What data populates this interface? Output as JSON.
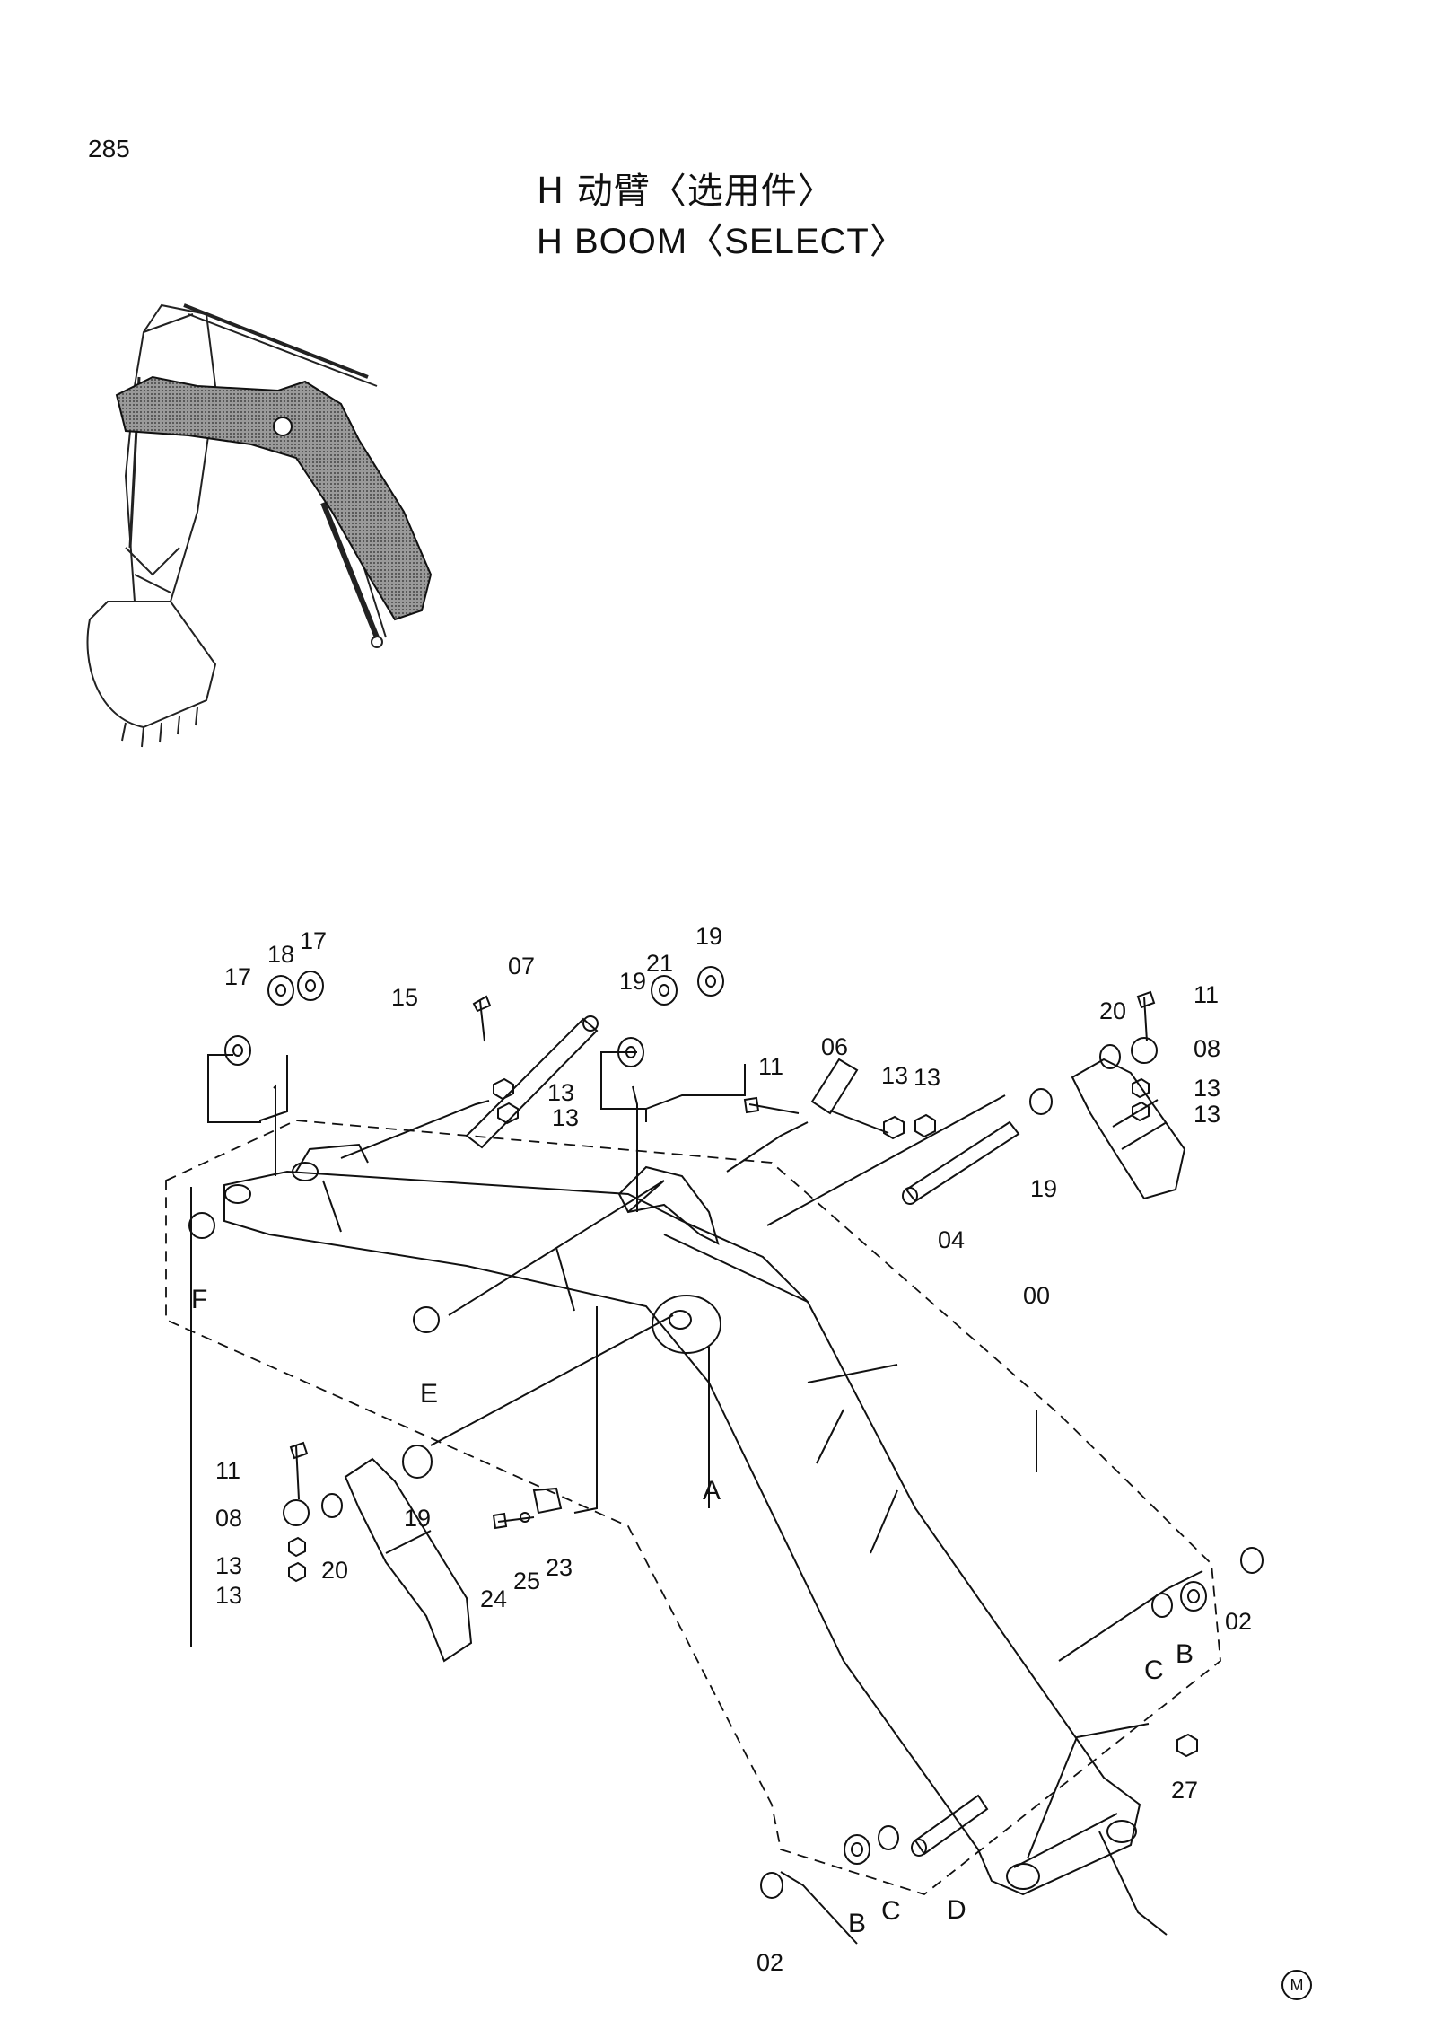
{
  "page_number": "285",
  "title": {
    "cn": "H 动臂〈选用件〉",
    "en": "H BOOM〈SELECT〉"
  },
  "corner_mark": "M",
  "callouts": {
    "l17a": "17",
    "l18": "18",
    "l17b": "17",
    "l15": "15",
    "l07": "07",
    "l13a": "13",
    "l13b": "13",
    "l19a": "19",
    "l21": "21",
    "l19b": "19",
    "l11a": "11",
    "l06": "06",
    "l13c": "13",
    "l13d": "13",
    "l20a": "20",
    "l11b": "11",
    "l08a": "08",
    "l13e": "13",
    "l13f": "13",
    "l19c": "19",
    "l04": "04",
    "l00": "00",
    "lF": "F",
    "lE": "E",
    "lA": "A",
    "l11c": "11",
    "l08b": "08",
    "l13g": "13",
    "l13h": "13",
    "l20b": "20",
    "l19d": "19",
    "l24": "24",
    "l25": "25",
    "l23": "23",
    "l02a": "02",
    "lBa": "B",
    "lCa": "C",
    "l27": "27",
    "lD": "D",
    "lBb": "B",
    "lCb": "C",
    "l02b": "02"
  }
}
